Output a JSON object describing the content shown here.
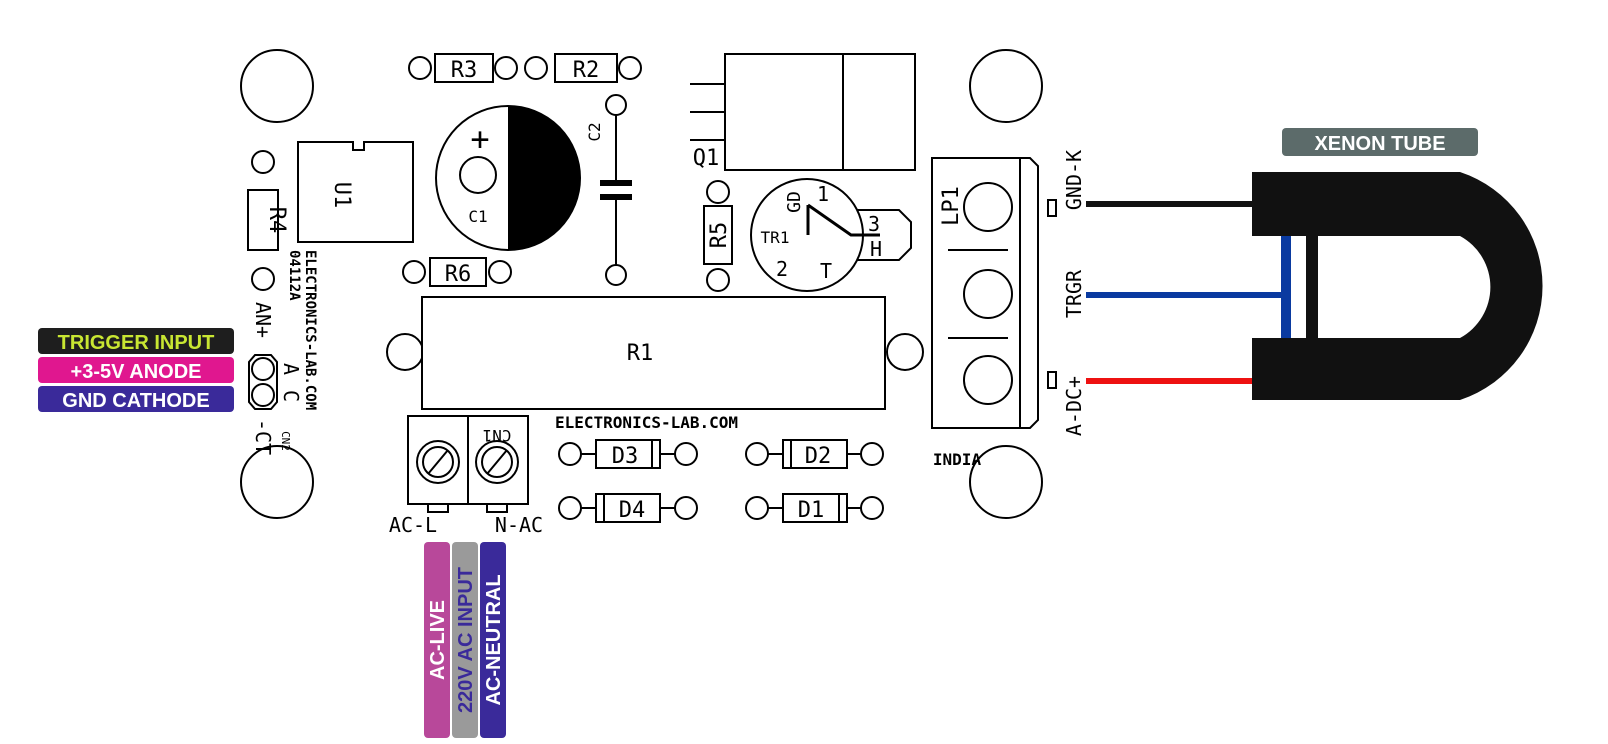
{
  "colors": {
    "board": "#ffffff",
    "silkscreen": "#000000",
    "trigger_tag": "#1e1e1e",
    "trigger_text": "#c8e632",
    "anode_tag": "#e0178f",
    "cathode_tag": "#3a2a9a",
    "live_tag": "#b8489a",
    "input_tag": "#9a9a9a",
    "input_text": "#3a2a9a",
    "neutral_tag": "#3a2a9a",
    "xenon_tag": "#5c6b6a",
    "wire_black": "#111111",
    "wire_blue": "#0a3aa0",
    "wire_red": "#ee1111"
  },
  "components": {
    "r1": "R1",
    "r2": "R2",
    "r3": "R3",
    "r4": "R4",
    "r5": "R5",
    "r6": "R6",
    "c1": "C1",
    "c2": "C2",
    "c1_plus": "+",
    "u1": "U1",
    "q1": "Q1",
    "tr1": "TR1",
    "tr1_pin1": "1",
    "tr1_pin2": "2",
    "tr1_pin3": "3",
    "tr1_gd": "GD",
    "tr1_t": "T",
    "tr1_h": "H",
    "lp1": "LP1",
    "d1": "D1",
    "d2": "D2",
    "d3": "D3",
    "d4": "D4",
    "cn1": "CN1",
    "cn2": "CN2"
  },
  "board_text": {
    "brand_vertical": "ELECTRONICS-LAB.COM",
    "part_number": "04112A",
    "brand_horizontal": "ELECTRONICS-LAB.COM",
    "country": "INDIA"
  },
  "connectors": {
    "cn2_an": "AN+",
    "cn2_ct": "-CT",
    "cn2_a": "A",
    "cn2_c": "C",
    "cn1_left": "AC-L",
    "cn1_right": "N-AC",
    "lp1_gnd": "GND-K",
    "lp1_trgr": "TRGR",
    "lp1_adc": "A-DC+"
  },
  "tags": {
    "trigger_input": "TRIGGER INPUT",
    "anode": "+3-5V ANODE",
    "cathode": "GND CATHODE",
    "ac_live": "AC-LIVE",
    "ac_input": "220V AC INPUT",
    "ac_neutral": "AC-NEUTRAL",
    "xenon_tube": "XENON TUBE"
  }
}
